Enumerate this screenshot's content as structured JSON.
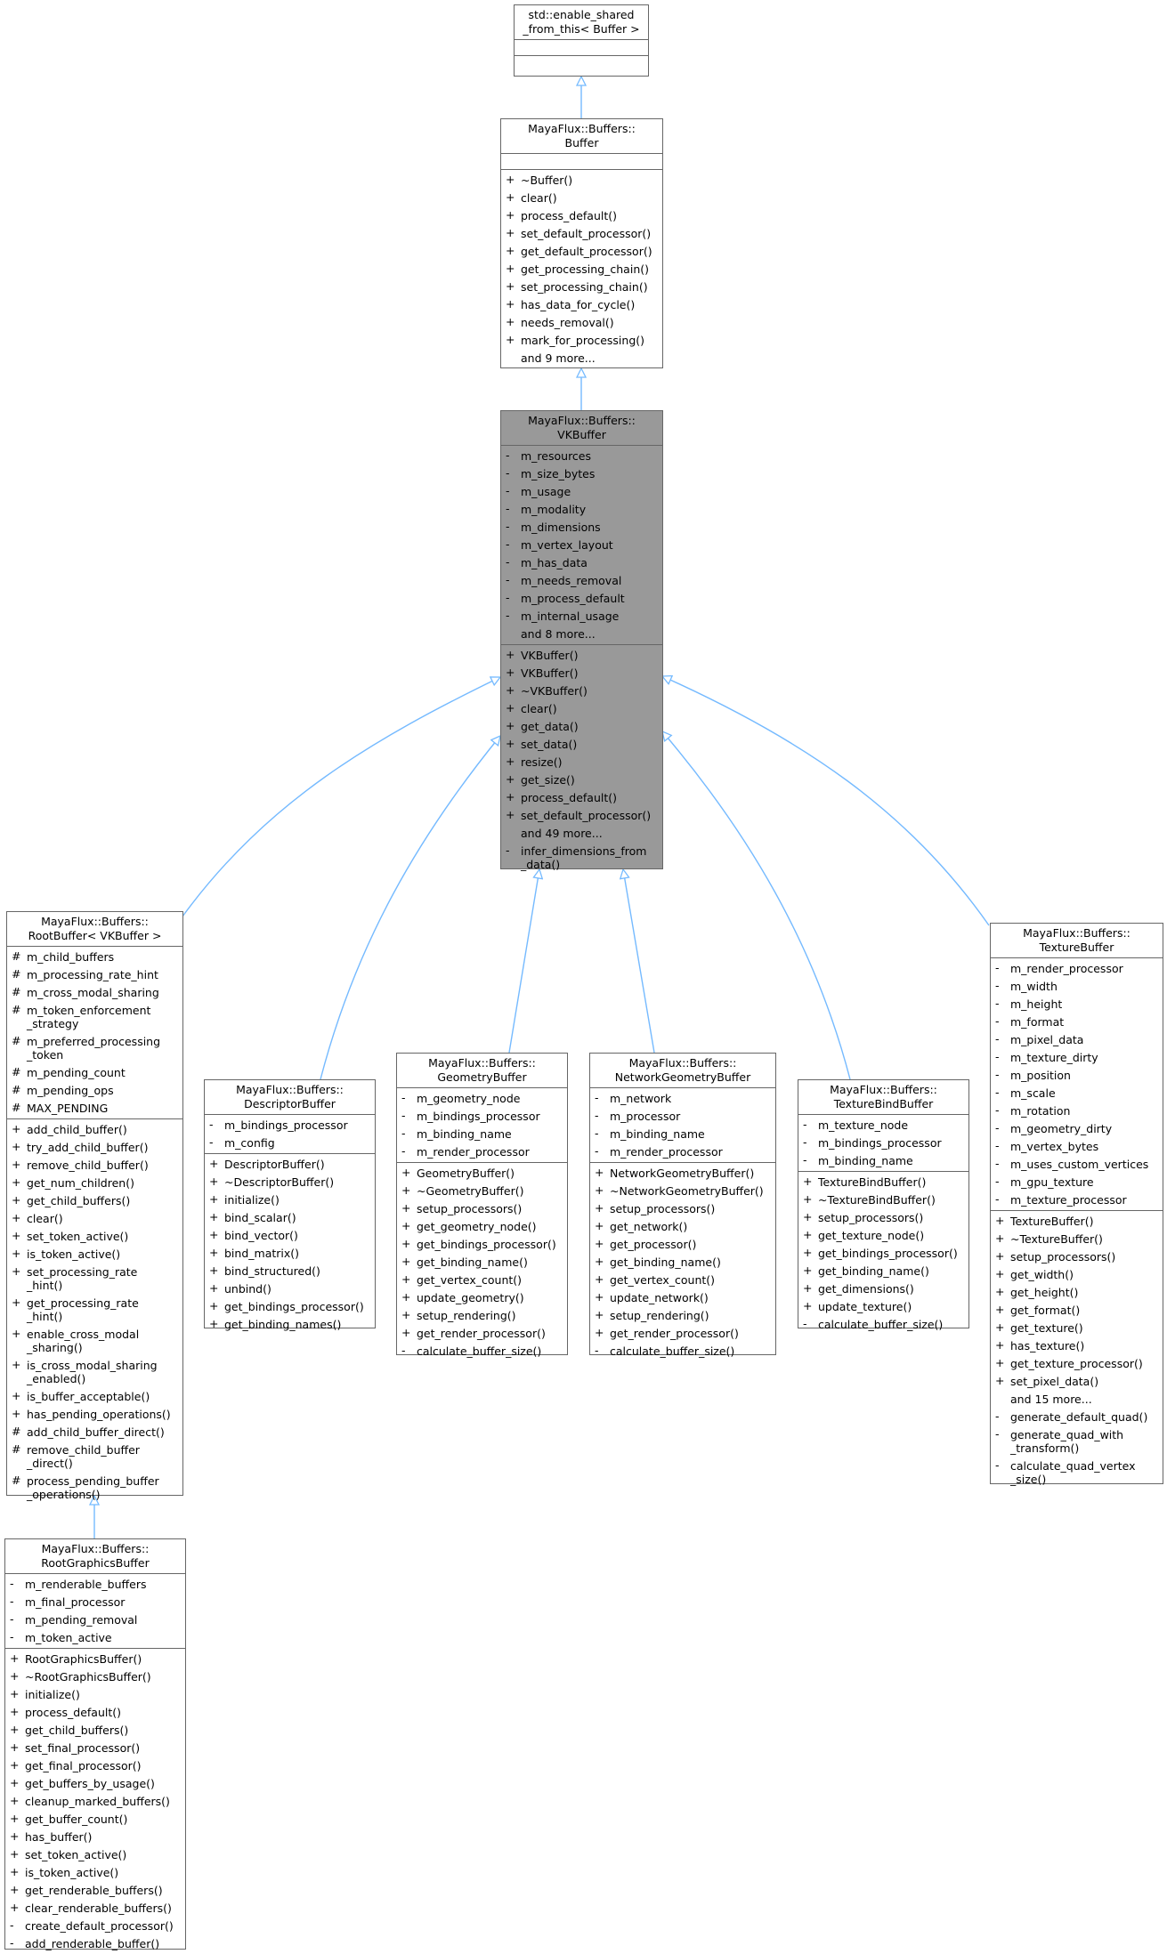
{
  "diagram": {
    "type": "class-inheritance",
    "edge_color": "#75baff",
    "current_class_fill": "#999999",
    "box_border": "#666666"
  },
  "classes": {
    "enable_shared": {
      "title": "std::enable_shared\n_from_this< Buffer >",
      "attributes": [],
      "methods": []
    },
    "buffer": {
      "title": "MayaFlux::Buffers::\nBuffer",
      "attributes": [],
      "methods": [
        {
          "vis": "+",
          "name": "~Buffer()"
        },
        {
          "vis": "+",
          "name": "clear()"
        },
        {
          "vis": "+",
          "name": "process_default()"
        },
        {
          "vis": "+",
          "name": "set_default_processor()"
        },
        {
          "vis": "+",
          "name": "get_default_processor()"
        },
        {
          "vis": "+",
          "name": "get_processing_chain()"
        },
        {
          "vis": "+",
          "name": "set_processing_chain()"
        },
        {
          "vis": "+",
          "name": "has_data_for_cycle()"
        },
        {
          "vis": "+",
          "name": "needs_removal()"
        },
        {
          "vis": "+",
          "name": "mark_for_processing()"
        },
        {
          "vis": "",
          "name": "and 9 more..."
        }
      ]
    },
    "vkbuffer": {
      "title": "MayaFlux::Buffers::\nVKBuffer",
      "attributes": [
        {
          "vis": "-",
          "name": "m_resources"
        },
        {
          "vis": "-",
          "name": "m_size_bytes"
        },
        {
          "vis": "-",
          "name": "m_usage"
        },
        {
          "vis": "-",
          "name": "m_modality"
        },
        {
          "vis": "-",
          "name": "m_dimensions"
        },
        {
          "vis": "-",
          "name": "m_vertex_layout"
        },
        {
          "vis": "-",
          "name": "m_has_data"
        },
        {
          "vis": "-",
          "name": "m_needs_removal"
        },
        {
          "vis": "-",
          "name": "m_process_default"
        },
        {
          "vis": "-",
          "name": "m_internal_usage"
        },
        {
          "vis": "",
          "name": "and 8 more..."
        }
      ],
      "methods": [
        {
          "vis": "+",
          "name": "VKBuffer()"
        },
        {
          "vis": "+",
          "name": "VKBuffer()"
        },
        {
          "vis": "+",
          "name": "~VKBuffer()"
        },
        {
          "vis": "+",
          "name": "clear()"
        },
        {
          "vis": "+",
          "name": "get_data()"
        },
        {
          "vis": "+",
          "name": "set_data()"
        },
        {
          "vis": "+",
          "name": "resize()"
        },
        {
          "vis": "+",
          "name": "get_size()"
        },
        {
          "vis": "+",
          "name": "process_default()"
        },
        {
          "vis": "+",
          "name": "set_default_processor()"
        },
        {
          "vis": "",
          "name": "and 49 more..."
        },
        {
          "vis": "-",
          "name": "infer_dimensions_from\n_data()"
        }
      ]
    },
    "rootbuffer": {
      "title": "MayaFlux::Buffers::\nRootBuffer< VKBuffer >",
      "attributes": [
        {
          "vis": "#",
          "name": "m_child_buffers"
        },
        {
          "vis": "#",
          "name": "m_processing_rate_hint"
        },
        {
          "vis": "#",
          "name": "m_cross_modal_sharing"
        },
        {
          "vis": "#",
          "name": "m_token_enforcement\n_strategy"
        },
        {
          "vis": "#",
          "name": "m_preferred_processing\n_token"
        },
        {
          "vis": "#",
          "name": "m_pending_count"
        },
        {
          "vis": "#",
          "name": "m_pending_ops"
        },
        {
          "vis": "#",
          "name": "MAX_PENDING"
        }
      ],
      "methods": [
        {
          "vis": "+",
          "name": "add_child_buffer()"
        },
        {
          "vis": "+",
          "name": "try_add_child_buffer()"
        },
        {
          "vis": "+",
          "name": "remove_child_buffer()"
        },
        {
          "vis": "+",
          "name": "get_num_children()"
        },
        {
          "vis": "+",
          "name": "get_child_buffers()"
        },
        {
          "vis": "+",
          "name": "clear()"
        },
        {
          "vis": "+",
          "name": "set_token_active()"
        },
        {
          "vis": "+",
          "name": "is_token_active()"
        },
        {
          "vis": "+",
          "name": "set_processing_rate\n_hint()"
        },
        {
          "vis": "+",
          "name": "get_processing_rate\n_hint()"
        },
        {
          "vis": "+",
          "name": "enable_cross_modal\n_sharing()"
        },
        {
          "vis": "+",
          "name": "is_cross_modal_sharing\n_enabled()"
        },
        {
          "vis": "+",
          "name": "is_buffer_acceptable()"
        },
        {
          "vis": "+",
          "name": "has_pending_operations()"
        },
        {
          "vis": "#",
          "name": "add_child_buffer_direct()"
        },
        {
          "vis": "#",
          "name": "remove_child_buffer\n_direct()"
        },
        {
          "vis": "#",
          "name": "process_pending_buffer\n_operations()"
        }
      ]
    },
    "rootgraphics": {
      "title": "MayaFlux::Buffers::\nRootGraphicsBuffer",
      "attributes": [
        {
          "vis": "-",
          "name": "m_renderable_buffers"
        },
        {
          "vis": "-",
          "name": "m_final_processor"
        },
        {
          "vis": "-",
          "name": "m_pending_removal"
        },
        {
          "vis": "-",
          "name": "m_token_active"
        }
      ],
      "methods": [
        {
          "vis": "+",
          "name": "RootGraphicsBuffer()"
        },
        {
          "vis": "+",
          "name": "~RootGraphicsBuffer()"
        },
        {
          "vis": "+",
          "name": "initialize()"
        },
        {
          "vis": "+",
          "name": "process_default()"
        },
        {
          "vis": "+",
          "name": "get_child_buffers()"
        },
        {
          "vis": "+",
          "name": "set_final_processor()"
        },
        {
          "vis": "+",
          "name": "get_final_processor()"
        },
        {
          "vis": "+",
          "name": "get_buffers_by_usage()"
        },
        {
          "vis": "+",
          "name": "cleanup_marked_buffers()"
        },
        {
          "vis": "+",
          "name": "get_buffer_count()"
        },
        {
          "vis": "+",
          "name": "has_buffer()"
        },
        {
          "vis": "+",
          "name": "set_token_active()"
        },
        {
          "vis": "+",
          "name": "is_token_active()"
        },
        {
          "vis": "+",
          "name": "get_renderable_buffers()"
        },
        {
          "vis": "+",
          "name": "clear_renderable_buffers()"
        },
        {
          "vis": "-",
          "name": "create_default_processor()"
        },
        {
          "vis": "-",
          "name": "add_renderable_buffer()"
        }
      ]
    },
    "descriptor": {
      "title": "MayaFlux::Buffers::\nDescriptorBuffer",
      "attributes": [
        {
          "vis": "-",
          "name": "m_bindings_processor"
        },
        {
          "vis": "-",
          "name": "m_config"
        }
      ],
      "methods": [
        {
          "vis": "+",
          "name": "DescriptorBuffer()"
        },
        {
          "vis": "+",
          "name": "~DescriptorBuffer()"
        },
        {
          "vis": "+",
          "name": "initialize()"
        },
        {
          "vis": "+",
          "name": "bind_scalar()"
        },
        {
          "vis": "+",
          "name": "bind_vector()"
        },
        {
          "vis": "+",
          "name": "bind_matrix()"
        },
        {
          "vis": "+",
          "name": "bind_structured()"
        },
        {
          "vis": "+",
          "name": "unbind()"
        },
        {
          "vis": "+",
          "name": "get_bindings_processor()"
        },
        {
          "vis": "+",
          "name": "get_binding_names()"
        }
      ]
    },
    "geometry": {
      "title": "MayaFlux::Buffers::\nGeometryBuffer",
      "attributes": [
        {
          "vis": "-",
          "name": "m_geometry_node"
        },
        {
          "vis": "-",
          "name": "m_bindings_processor"
        },
        {
          "vis": "-",
          "name": "m_binding_name"
        },
        {
          "vis": "-",
          "name": "m_render_processor"
        }
      ],
      "methods": [
        {
          "vis": "+",
          "name": "GeometryBuffer()"
        },
        {
          "vis": "+",
          "name": "~GeometryBuffer()"
        },
        {
          "vis": "+",
          "name": "setup_processors()"
        },
        {
          "vis": "+",
          "name": "get_geometry_node()"
        },
        {
          "vis": "+",
          "name": "get_bindings_processor()"
        },
        {
          "vis": "+",
          "name": "get_binding_name()"
        },
        {
          "vis": "+",
          "name": "get_vertex_count()"
        },
        {
          "vis": "+",
          "name": "update_geometry()"
        },
        {
          "vis": "+",
          "name": "setup_rendering()"
        },
        {
          "vis": "+",
          "name": "get_render_processor()"
        },
        {
          "vis": "-",
          "name": "calculate_buffer_size()"
        }
      ]
    },
    "network": {
      "title": "MayaFlux::Buffers::\nNetworkGeometryBuffer",
      "attributes": [
        {
          "vis": "-",
          "name": "m_network"
        },
        {
          "vis": "-",
          "name": "m_processor"
        },
        {
          "vis": "-",
          "name": "m_binding_name"
        },
        {
          "vis": "-",
          "name": "m_render_processor"
        }
      ],
      "methods": [
        {
          "vis": "+",
          "name": "NetworkGeometryBuffer()"
        },
        {
          "vis": "+",
          "name": "~NetworkGeometryBuffer()"
        },
        {
          "vis": "+",
          "name": "setup_processors()"
        },
        {
          "vis": "+",
          "name": "get_network()"
        },
        {
          "vis": "+",
          "name": "get_processor()"
        },
        {
          "vis": "+",
          "name": "get_binding_name()"
        },
        {
          "vis": "+",
          "name": "get_vertex_count()"
        },
        {
          "vis": "+",
          "name": "update_network()"
        },
        {
          "vis": "+",
          "name": "setup_rendering()"
        },
        {
          "vis": "+",
          "name": "get_render_processor()"
        },
        {
          "vis": "-",
          "name": "calculate_buffer_size()"
        }
      ]
    },
    "texturebind": {
      "title": "MayaFlux::Buffers::\nTextureBindBuffer",
      "attributes": [
        {
          "vis": "-",
          "name": "m_texture_node"
        },
        {
          "vis": "-",
          "name": "m_bindings_processor"
        },
        {
          "vis": "-",
          "name": "m_binding_name"
        }
      ],
      "methods": [
        {
          "vis": "+",
          "name": "TextureBindBuffer()"
        },
        {
          "vis": "+",
          "name": "~TextureBindBuffer()"
        },
        {
          "vis": "+",
          "name": "setup_processors()"
        },
        {
          "vis": "+",
          "name": "get_texture_node()"
        },
        {
          "vis": "+",
          "name": "get_bindings_processor()"
        },
        {
          "vis": "+",
          "name": "get_binding_name()"
        },
        {
          "vis": "+",
          "name": "get_dimensions()"
        },
        {
          "vis": "+",
          "name": "update_texture()"
        },
        {
          "vis": "-",
          "name": "calculate_buffer_size()"
        }
      ]
    },
    "texture": {
      "title": "MayaFlux::Buffers::\nTextureBuffer",
      "attributes": [
        {
          "vis": "-",
          "name": "m_render_processor"
        },
        {
          "vis": "-",
          "name": "m_width"
        },
        {
          "vis": "-",
          "name": "m_height"
        },
        {
          "vis": "-",
          "name": "m_format"
        },
        {
          "vis": "-",
          "name": "m_pixel_data"
        },
        {
          "vis": "-",
          "name": "m_texture_dirty"
        },
        {
          "vis": "-",
          "name": "m_position"
        },
        {
          "vis": "-",
          "name": "m_scale"
        },
        {
          "vis": "-",
          "name": "m_rotation"
        },
        {
          "vis": "-",
          "name": "m_geometry_dirty"
        },
        {
          "vis": "-",
          "name": "m_vertex_bytes"
        },
        {
          "vis": "-",
          "name": "m_uses_custom_vertices"
        },
        {
          "vis": "-",
          "name": "m_gpu_texture"
        },
        {
          "vis": "-",
          "name": "m_texture_processor"
        }
      ],
      "methods": [
        {
          "vis": "+",
          "name": "TextureBuffer()"
        },
        {
          "vis": "+",
          "name": "~TextureBuffer()"
        },
        {
          "vis": "+",
          "name": "setup_processors()"
        },
        {
          "vis": "+",
          "name": "get_width()"
        },
        {
          "vis": "+",
          "name": "get_height()"
        },
        {
          "vis": "+",
          "name": "get_format()"
        },
        {
          "vis": "+",
          "name": "get_texture()"
        },
        {
          "vis": "+",
          "name": "has_texture()"
        },
        {
          "vis": "+",
          "name": "get_texture_processor()"
        },
        {
          "vis": "+",
          "name": "set_pixel_data()"
        },
        {
          "vis": "",
          "name": "and 15 more..."
        },
        {
          "vis": "-",
          "name": "generate_default_quad()"
        },
        {
          "vis": "-",
          "name": "generate_quad_with\n_transform()"
        },
        {
          "vis": "-",
          "name": "calculate_quad_vertex\n_size()"
        }
      ]
    }
  },
  "inheritance": [
    {
      "child": "buffer",
      "parent": "enable_shared"
    },
    {
      "child": "vkbuffer",
      "parent": "buffer"
    },
    {
      "child": "rootbuffer",
      "parent": "vkbuffer"
    },
    {
      "child": "descriptor",
      "parent": "vkbuffer"
    },
    {
      "child": "geometry",
      "parent": "vkbuffer"
    },
    {
      "child": "network",
      "parent": "vkbuffer"
    },
    {
      "child": "texturebind",
      "parent": "vkbuffer"
    },
    {
      "child": "texture",
      "parent": "vkbuffer"
    },
    {
      "child": "rootgraphics",
      "parent": "rootbuffer"
    }
  ]
}
